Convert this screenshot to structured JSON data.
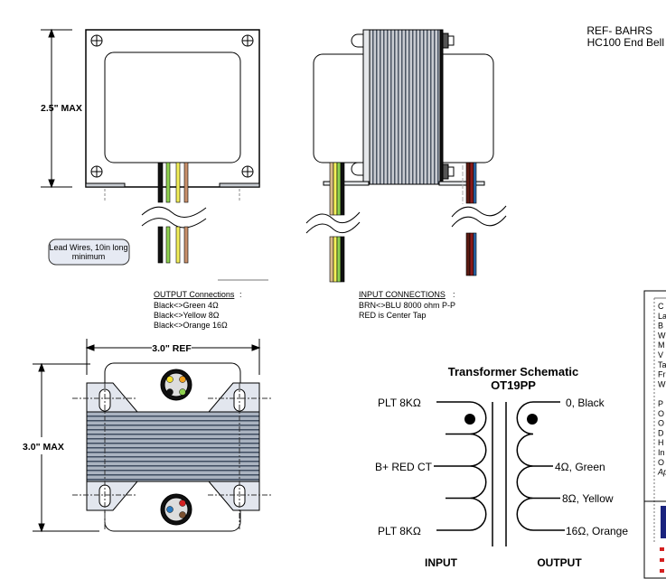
{
  "reference": {
    "line1": "REF- BAHRS",
    "line2": "HC100 End Bell"
  },
  "front_view": {
    "height_dim": "2.5\" MAX",
    "lead_note": [
      "Lead Wires, 10in long",
      "minimum"
    ]
  },
  "output_connections": {
    "heading": "OUTPUT Connections",
    "lines": [
      "Black<>Green 4Ω",
      "Black<>Yellow 8Ω",
      "Black<>Orange 16Ω"
    ]
  },
  "input_connections": {
    "heading": "INPUT CONNECTIONS",
    "lines": [
      "BRN<>BLU 8000 ohm  P-P",
      "RED is Center Tap"
    ]
  },
  "bottom_view": {
    "width_dim": "3.0\" REF",
    "height_dim": "3.0\" MAX"
  },
  "schematic": {
    "title": "Transformer Schematic",
    "model": "OT19PP",
    "input_labels": [
      "PLT 8KΩ",
      "B+  RED CT",
      "PLT 8KΩ"
    ],
    "output_labels": [
      "0, Black",
      "4Ω, Green",
      "8Ω, Yellow",
      "16Ω, Orange"
    ],
    "input_caption": "INPUT",
    "output_caption": "OUTPUT"
  },
  "spec_table_truncated": [
    "C",
    "La",
    "B",
    "W",
    "M",
    "V",
    "Ta",
    "Fr",
    "W",
    "",
    "P",
    "O",
    "O",
    "D",
    "H",
    "In",
    "O",
    "Ap"
  ],
  "wire_colors": {
    "black": "#111111",
    "green": "#8fd14f",
    "yellow": "#f3ef5a",
    "orange": "#c8906a",
    "tan": "#d9b98a",
    "brown": "#5a1a12",
    "red": "#d42020",
    "blue": "#2a6ab0"
  }
}
